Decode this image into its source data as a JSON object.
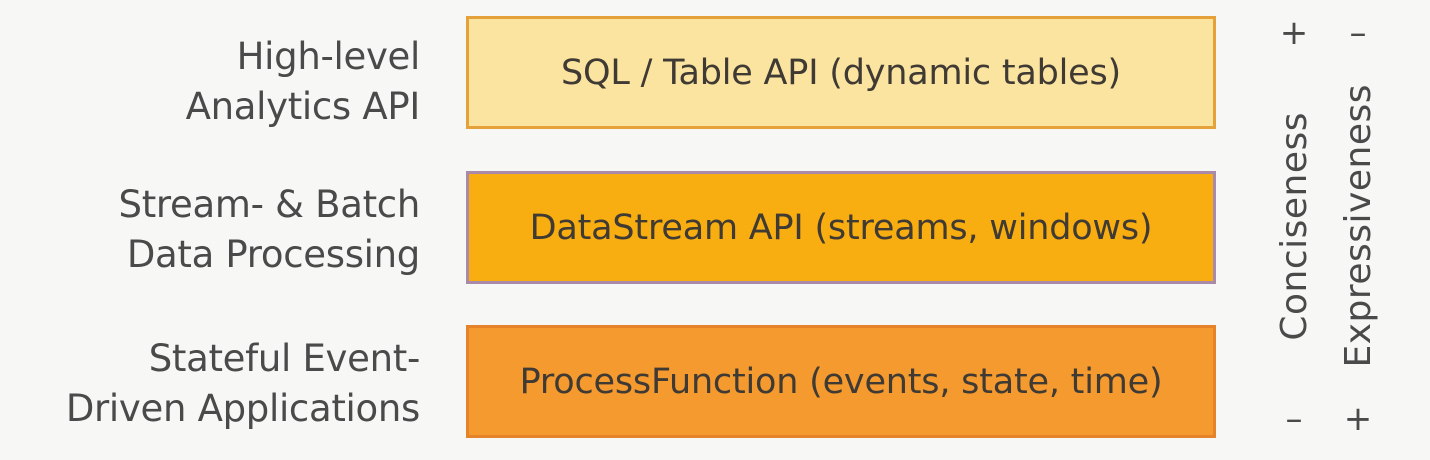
{
  "layers": [
    {
      "label_lines": [
        "High-level",
        "Analytics API"
      ],
      "box_text": "SQL / Table API (dynamic tables)",
      "fill": "#fbe3a0"
    },
    {
      "label_lines": [
        "Stream- & Batch",
        "Data Processing"
      ],
      "box_text": "DataStream API (streams, windows)",
      "fill": "#f8ad10"
    },
    {
      "label_lines": [
        "Stateful Event-",
        "Driven Applications"
      ],
      "box_text": "ProcessFunction (events, state, time)",
      "fill": "#f59a2e"
    }
  ],
  "axes": {
    "conciseness": {
      "title": "Conciseness",
      "top_sign": "+",
      "bottom_sign": "–"
    },
    "expressiveness": {
      "title": "Expressiveness",
      "top_sign": "–",
      "bottom_sign": "+"
    }
  }
}
